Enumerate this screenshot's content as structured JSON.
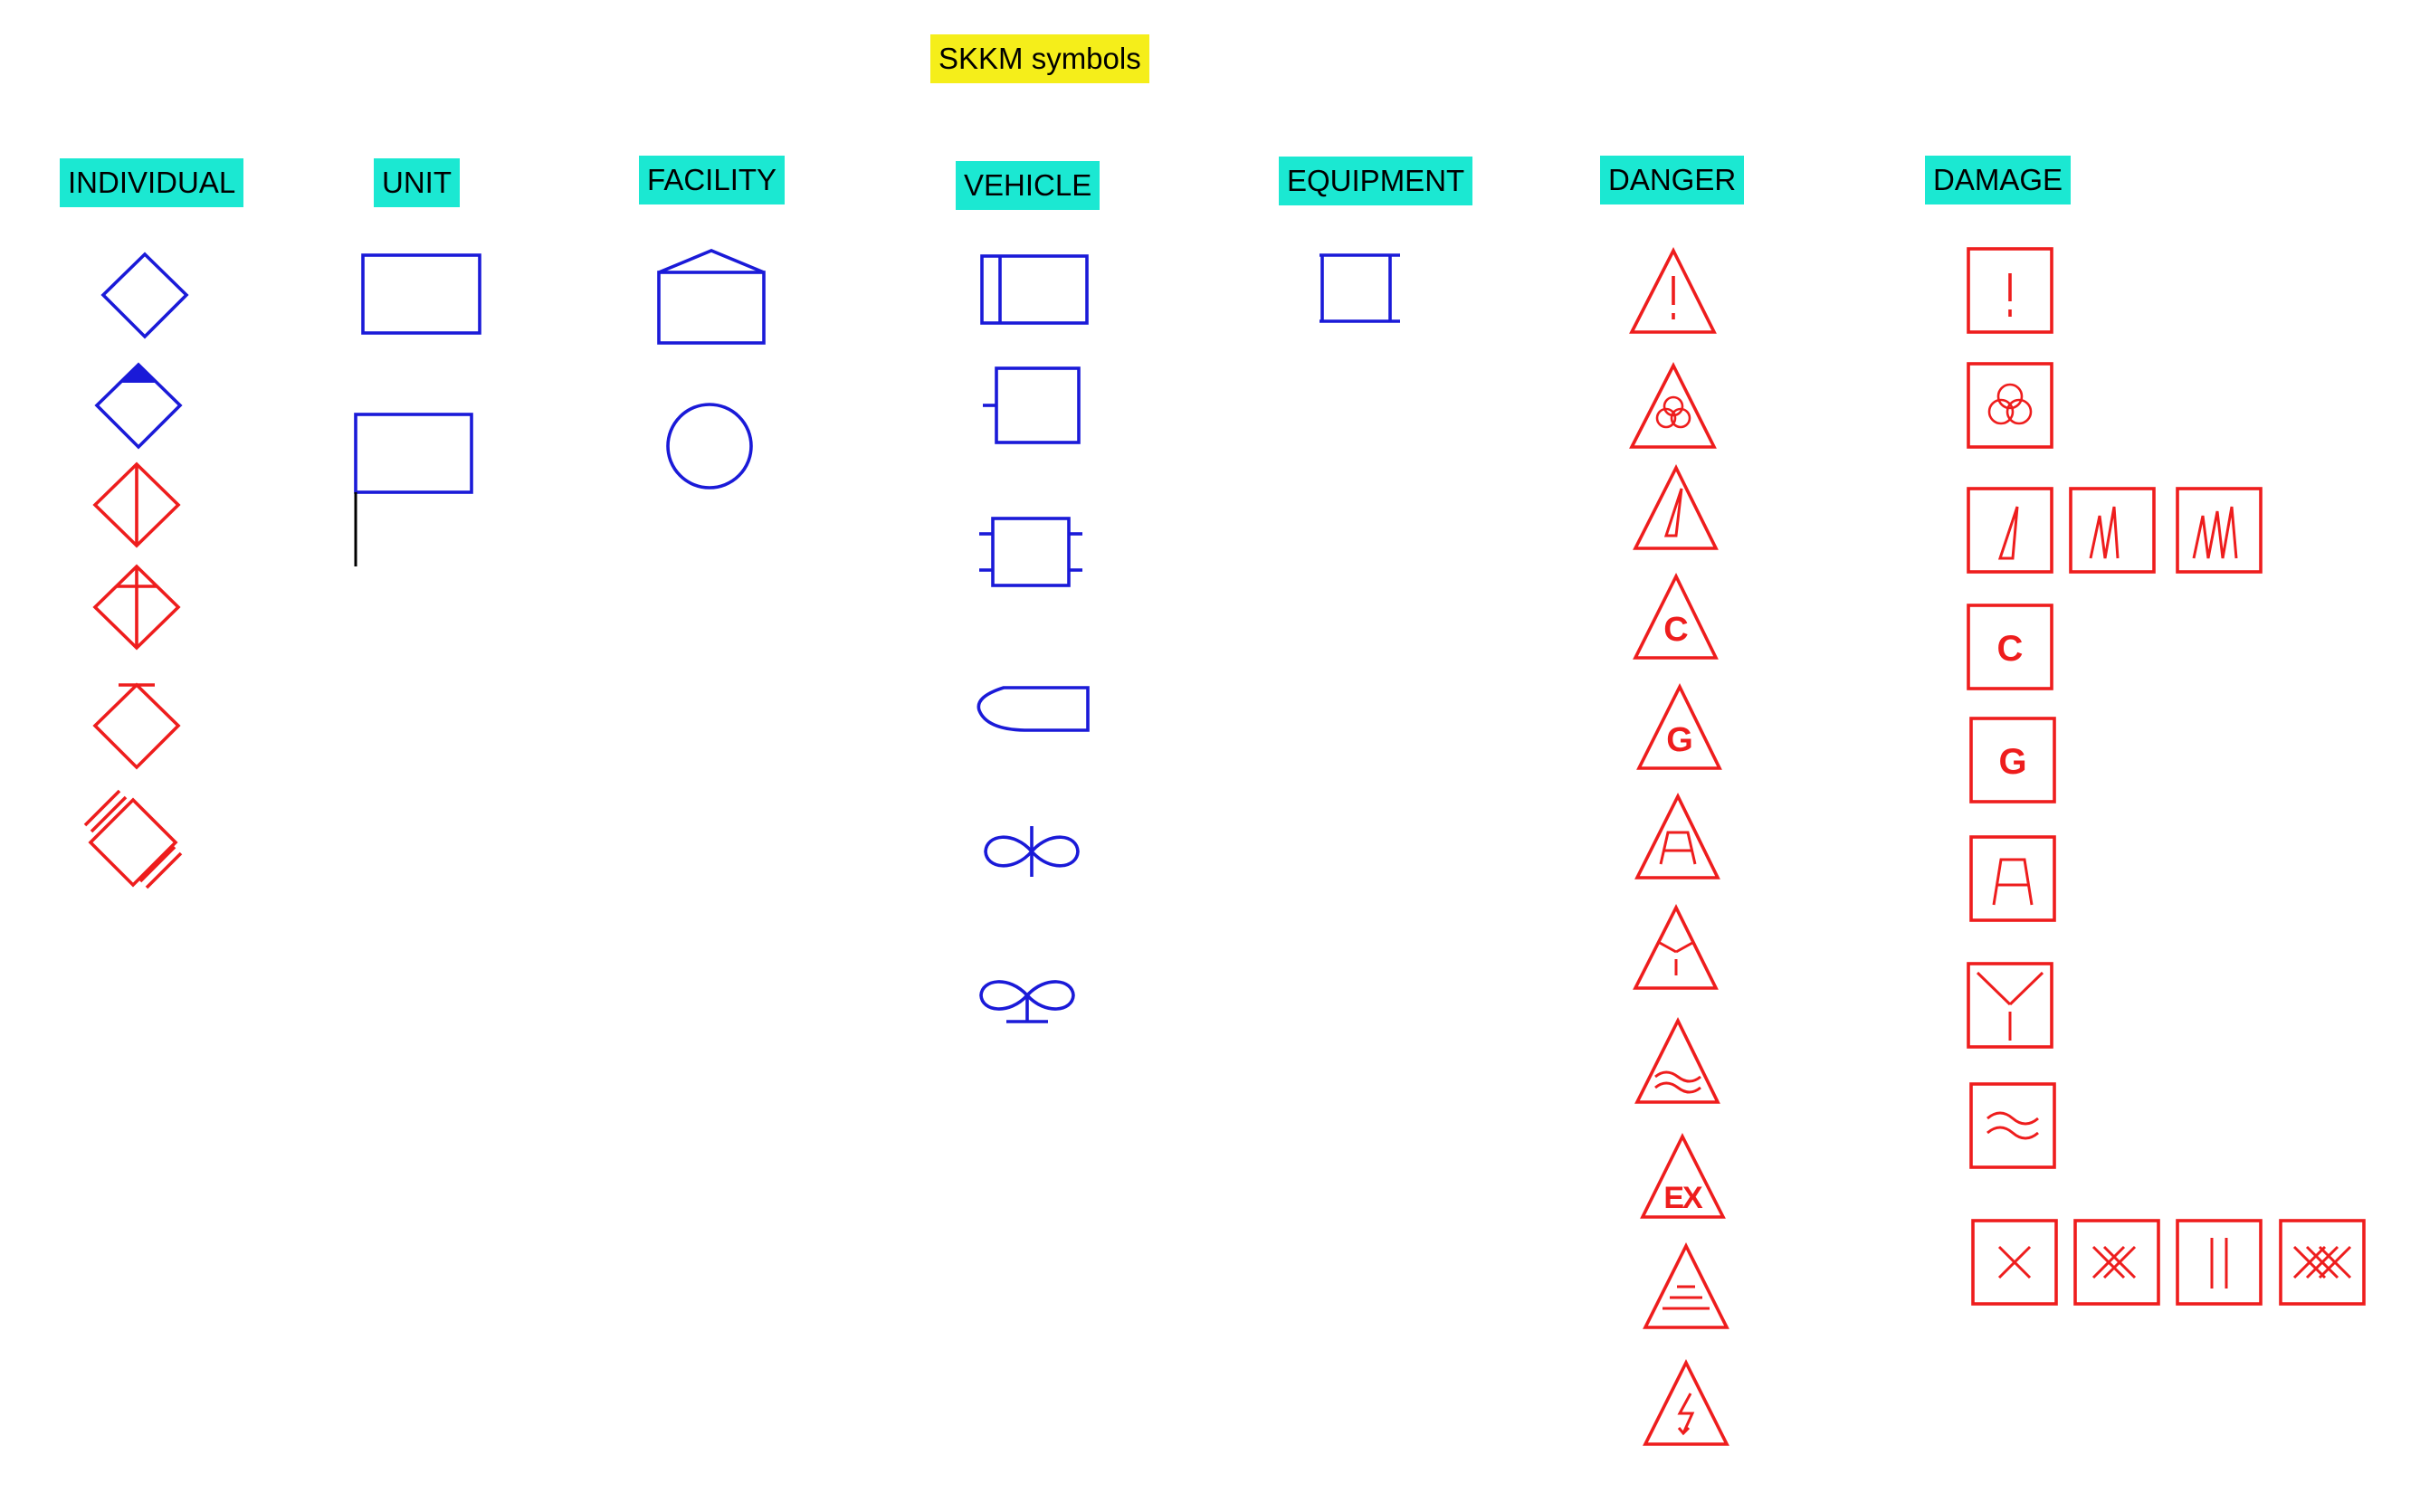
{
  "title": "SKKM symbols",
  "colors": {
    "header_bg": "#1be8d2",
    "title_bg": "#f5ee1a",
    "blue_symbol": "#1a1ad8",
    "red_symbol": "#ee1d1d"
  },
  "columns": [
    {
      "label": "INDIVIDUAL"
    },
    {
      "label": "UNIT"
    },
    {
      "label": "FACILITY"
    },
    {
      "label": "VEHICLE"
    },
    {
      "label": "EQUIPMENT"
    },
    {
      "label": "DANGER"
    },
    {
      "label": "DAMAGE"
    }
  ],
  "symbol_text": {
    "exclamation": "!",
    "chemical": "C",
    "gas": "G",
    "explosive": "EX"
  }
}
